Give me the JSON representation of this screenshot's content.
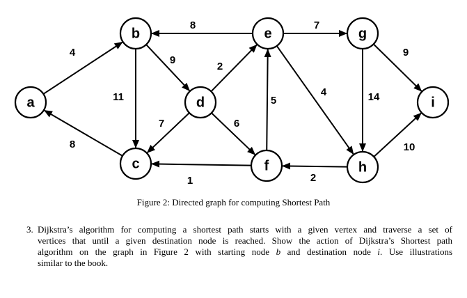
{
  "graph": {
    "nodes": [
      {
        "id": "a",
        "label": "a"
      },
      {
        "id": "b",
        "label": "b"
      },
      {
        "id": "c",
        "label": "c"
      },
      {
        "id": "d",
        "label": "d"
      },
      {
        "id": "e",
        "label": "e"
      },
      {
        "id": "f",
        "label": "f"
      },
      {
        "id": "g",
        "label": "g"
      },
      {
        "id": "h",
        "label": "h"
      },
      {
        "id": "i",
        "label": "i"
      }
    ],
    "edges": [
      {
        "from": "a",
        "to": "b",
        "weight": "4"
      },
      {
        "from": "b",
        "to": "d",
        "weight": "9"
      },
      {
        "from": "b",
        "to": "c",
        "weight": "11"
      },
      {
        "from": "e",
        "to": "b",
        "weight": "8"
      },
      {
        "from": "d",
        "to": "e",
        "weight": "2"
      },
      {
        "from": "d",
        "to": "c",
        "weight": "7"
      },
      {
        "from": "d",
        "to": "f",
        "weight": "6"
      },
      {
        "from": "c",
        "to": "a",
        "weight": "8"
      },
      {
        "from": "f",
        "to": "c",
        "weight": "1"
      },
      {
        "from": "f",
        "to": "e",
        "weight": "5"
      },
      {
        "from": "e",
        "to": "g",
        "weight": "7"
      },
      {
        "from": "e",
        "to": "h",
        "weight": "4"
      },
      {
        "from": "g",
        "to": "i",
        "weight": "9"
      },
      {
        "from": "g",
        "to": "h",
        "weight": "14"
      },
      {
        "from": "h",
        "to": "f",
        "weight": "2"
      },
      {
        "from": "h",
        "to": "i",
        "weight": "10"
      }
    ]
  },
  "caption": "Figure 2: Directed graph for computing Shortest Path",
  "problem": {
    "number": "3.",
    "lines": [
      "Dijkstra’s algorithm for computing a shortest path starts with a given vertex and traverse a set of",
      "vertices that until a given destination node is reached. Show the action of Dijkstra’s Shortest path",
      "algorithm on the graph in Figure 2 with starting node b and destination node i. Use illustrations",
      "similar to the book."
    ]
  }
}
